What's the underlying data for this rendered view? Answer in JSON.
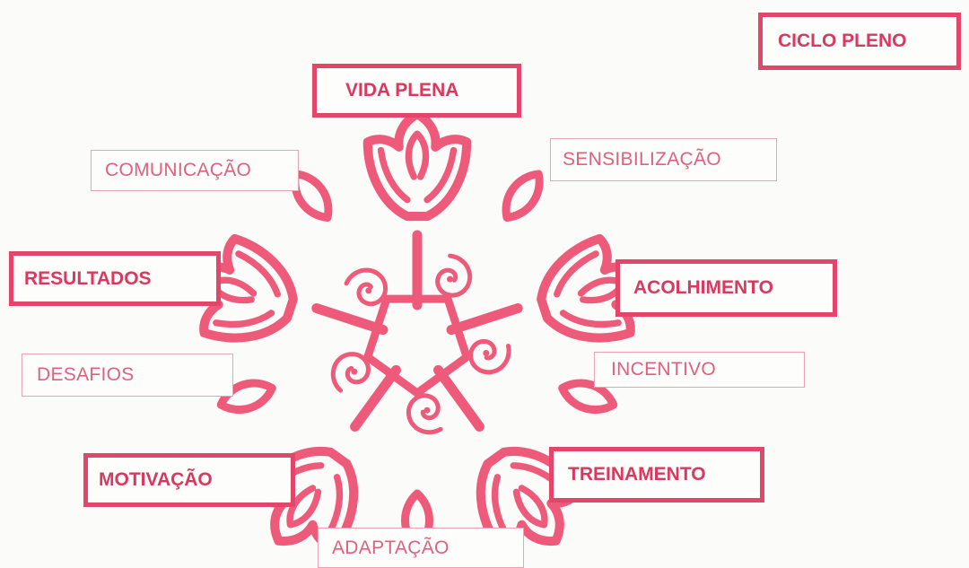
{
  "diagram": {
    "title_box": "CICLO PLENO",
    "labels": {
      "vida_plena": "VIDA PLENA",
      "comunicacao": "COMUNICAÇÃO",
      "sensibilizacao": "SENSIBILIZAÇÃO",
      "resultados": "RESULTADOS",
      "acolhimento": "ACOLHIMENTO",
      "desafios": "DESAFIOS",
      "incentivo": "INCENTIVO",
      "motivacao": "MOTIVAÇÃO",
      "treinamento": "TREINAMENTO",
      "adaptacao": "ADAPTAÇÃO"
    },
    "colors": {
      "flower": "#ee5b7a",
      "primary_border": "#e4456a",
      "primary_text": "#d9395f",
      "secondary_border": "#eaa3b4",
      "secondary_text": "#e0607f",
      "background": "#fbfbfa"
    },
    "graphic": {
      "icon": "flower-mandala-icon",
      "tulips": 5,
      "leaves": 5,
      "spirals": 5
    }
  }
}
